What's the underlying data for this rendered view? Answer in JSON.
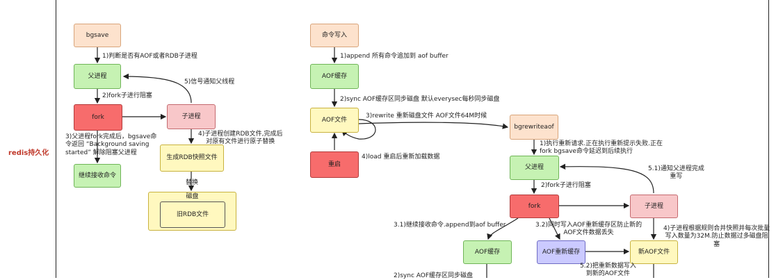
{
  "side_title": "redis持久化",
  "rdb": {
    "bgsave": "bgsave",
    "parent": "父进程",
    "fork": "fork",
    "child": "子进程",
    "receive": "继续接收命令",
    "gen": "生成RDB快照文件",
    "disk": "磁盘",
    "old": "旧RDB文件",
    "l1": "1)判断是否有AOF或者RDB子进程",
    "l2": "2)fork子进行阻塞",
    "l3": [
      "3)父进程fork完成后，bgsave命",
      "令返回 “Background saving",
      "started” 解除阻塞父进程"
    ],
    "l4": [
      "4)子进程创建RDB文件,完成后",
      "对原有文件进行原子替换"
    ],
    "l5": "5)信号通知父线程",
    "replace": "替换"
  },
  "aof": {
    "cmd": "命令写入",
    "buf": "AOF缓存",
    "file": "AOF文件",
    "restart": "重启",
    "l1": "1)append 所有命令追加到 aof buffer",
    "l2": "2)sync AOF缓存区同步磁盘 默认everysec每秒同步磁盘",
    "l3": "3)rewrite 重新磁盘文件 AOF文件64M时候",
    "l4": "4)load 重启后重新加载数据"
  },
  "rewrite": {
    "bgrw": "bgrewriteaof",
    "parent": "父进程",
    "fork": "fork",
    "child": "子进程",
    "buf": "AOF缓存",
    "rwbuf": "AOF重新缓存",
    "newfile": "新AOF文件",
    "l1": [
      "1)执行重新请求.正在执行重新提示失败.正在",
      "fork bgsave命令延迟到后续执行"
    ],
    "l2": "2)fork子进行阻塞",
    "l31": "3.1)继续接收命令.append到aof buffer",
    "l32": [
      "3.2)同时写入AOF重新缓存区防止新的",
      "AOF文件数据丢失"
    ],
    "l4": [
      "4)子进程根据规则合并快照并每次批量",
      "写入数量为32M.防止数据过多磁盘阻",
      "塞"
    ],
    "l51": [
      "5.1)通知父进程完成",
      "重写"
    ],
    "l52": [
      "5.2)把重新数据写入",
      "到新的AOF文件"
    ],
    "lsync": "2)sync AOF缓存区同步磁盘"
  },
  "colors": {
    "orange": "#fde2cd",
    "green": "#c6f2b3",
    "red": "#f76c6c",
    "pink": "#f8c7c9",
    "yellow": "#fff8bf",
    "purple": "#cbcaff",
    "title": "#c0392b"
  }
}
